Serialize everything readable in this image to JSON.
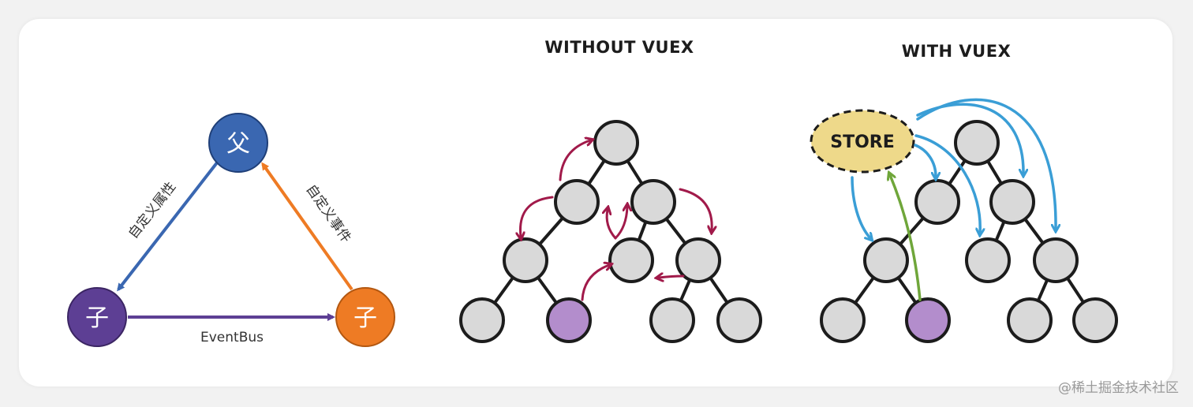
{
  "left_diagram": {
    "nodes": {
      "parent": {
        "label": "父",
        "color": "#3a67b1"
      },
      "child_left": {
        "label": "子",
        "color": "#5d3f94"
      },
      "child_right": {
        "label": "子",
        "color": "#ee7b24"
      }
    },
    "edges": {
      "custom_props": {
        "label": "自定义属性",
        "color": "#3a67b1"
      },
      "custom_event": {
        "label": "自定义事件",
        "color": "#ee7b24"
      },
      "event_bus": {
        "label": "EventBus",
        "color": "#5d3f94"
      }
    }
  },
  "without_vuex": {
    "title": "WITHOUT VUEX",
    "arrow_color": "#a11a4a"
  },
  "with_vuex": {
    "title": "WITH VUEX",
    "store_label": "STORE",
    "store_color": "#eed98a",
    "arrow_color": "#3a9ed6",
    "return_arrow_color": "#6fa63a"
  },
  "tree_colors": {
    "node_fill": "#d9d9d9",
    "highlight_fill": "#b38dcc",
    "outline": "#1c1c1c"
  },
  "watermark": "@稀土掘金技术社区"
}
